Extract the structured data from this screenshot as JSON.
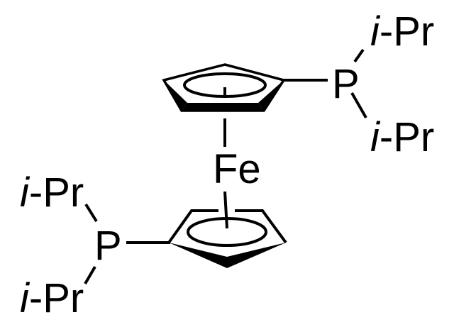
{
  "molecule": {
    "metal": "Fe",
    "top_ring": {
      "substituent_atom": "P",
      "groups": [
        {
          "prefix": "i",
          "name": "-Pr"
        },
        {
          "prefix": "i",
          "name": "-Pr"
        }
      ]
    },
    "bottom_ring": {
      "substituent_atom": "P",
      "groups": [
        {
          "prefix": "i",
          "name": "-Pr"
        },
        {
          "prefix": "i",
          "name": "-Pr"
        }
      ]
    }
  },
  "colors": {
    "ink": "#000000",
    "background": "#ffffff"
  }
}
